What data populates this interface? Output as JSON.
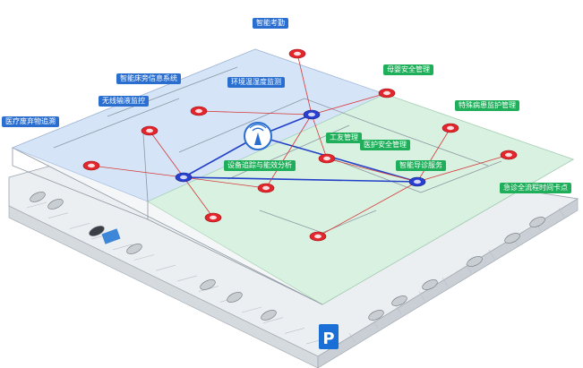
{
  "colors": {
    "blue_zone": "#cfe0f7",
    "green_zone": "#d4f0dc",
    "label_blue": "#2a6fd0",
    "label_green": "#1fae5a",
    "node": "#e2262c",
    "hub": "#2a3fd0",
    "blue_line": "#2240c8",
    "red_line": "#d63a3a"
  },
  "labels": {
    "smart_attendance": "智能考勤",
    "bedside_info": "智能床旁信息系统",
    "env_temp_humidity": "环境温湿度监测",
    "wireless_infusion": "无线输液监控",
    "medical_waste": "医疗废弃物追溯",
    "mother_baby_safety": "母婴安全管理",
    "special_patient": "特殊病患监护管理",
    "staff_mgmt": "工友管理",
    "medical_safety": "医护安全管理",
    "smart_guidance": "智能导诊服务",
    "equipment_tracking": "设备追踪与能效分析",
    "emergency_timing": "急诊全流程时间卡点"
  },
  "parking": {
    "sign_text": "P",
    "sign_color": "#1a6fd6"
  },
  "icons": {
    "antenna": "wifi-antenna-icon",
    "parking": "parking-sign-icon"
  }
}
